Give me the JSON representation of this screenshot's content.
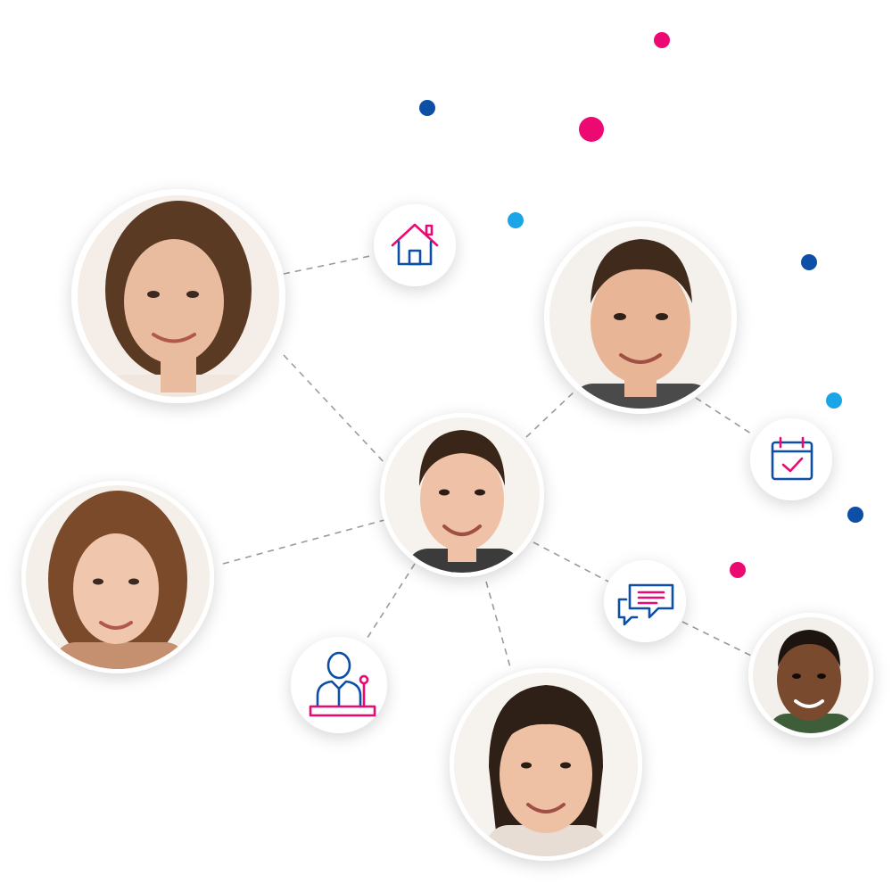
{
  "colors": {
    "background": "#ffffff",
    "pink": "#ec0a72",
    "navy": "#0d4ea6",
    "cyan": "#1aa6e6",
    "connector": "#9a9a9a",
    "circle_fill": "#ffffff"
  },
  "people": [
    {
      "id": "woman-top-left",
      "skin": "#e9bc9f",
      "hair": "#5a3a22",
      "shirt": "#f1e7df"
    },
    {
      "id": "man-top-right",
      "skin": "#e8b596",
      "hair": "#3f2a1c",
      "shirt": "#4a4a4a"
    },
    {
      "id": "man-center",
      "skin": "#efc1a6",
      "hair": "#3a2618",
      "shirt": "#3b3b3b"
    },
    {
      "id": "woman-left",
      "skin": "#f0c6ad",
      "hair": "#7a4a2a",
      "shirt": "#c49070"
    },
    {
      "id": "woman-bottom",
      "skin": "#eec0a4",
      "hair": "#2e1f17",
      "shirt": "#e8ddd4"
    },
    {
      "id": "man-bottom-right",
      "skin": "#7a4a2f",
      "hair": "#1d1410",
      "shirt": "#3e5e3a"
    }
  ],
  "icons": [
    {
      "id": "house-icon"
    },
    {
      "id": "calendar-icon"
    },
    {
      "id": "chat-icon"
    },
    {
      "id": "speaker-icon"
    }
  ]
}
